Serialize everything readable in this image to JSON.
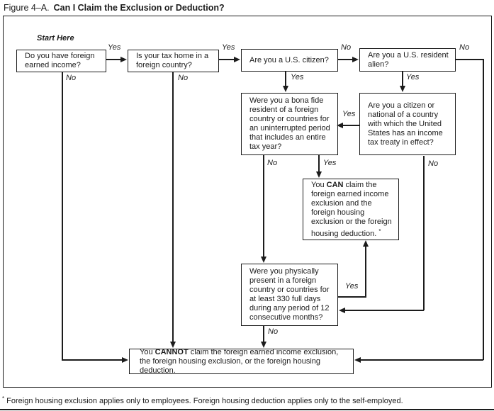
{
  "title": {
    "prefix": "Figure 4–A.",
    "main": "Can I Claim the Exclusion or Deduction?"
  },
  "start_label": "Start Here",
  "labels": {
    "yes": "Yes",
    "no": "No"
  },
  "boxes": {
    "foreign_income": "Do you have foreign earned income?",
    "tax_home": "Is your tax home in a foreign country?",
    "us_citizen": "Are you a U.S. citizen?",
    "resident_alien": "Are you a U.S. resident alien?",
    "bona_fide": "Were you a bona fide resident of a foreign country or countries for an uninterrupted period that includes an entire tax year?",
    "tax_treaty": "Are you a citizen or national of a country with which the United States has an income tax treaty in effect?",
    "can_claim": {
      "pre": "You ",
      "bold": "CAN",
      "post": " claim the foreign earned income exclusion and the foreign housing exclusion or the foreign housing deduction. ",
      "marker": "*"
    },
    "physical_presence": "Were you physically present in a foreign country or countries for at least 330 full days during any period of 12 consecutive months?",
    "cannot_claim": {
      "pre": "You ",
      "bold": "CANNOT",
      "post": " claim the foreign earned income exclusion, the foreign housing exclusion, or the foreign housing deduction."
    }
  },
  "footnote": {
    "marker": "*",
    "text": " Foreign housing exclusion applies only to employees. Foreign housing deduction applies only to the self-employed."
  },
  "colors": {
    "line": "#1c1c1c",
    "background": "#ffffff"
  }
}
